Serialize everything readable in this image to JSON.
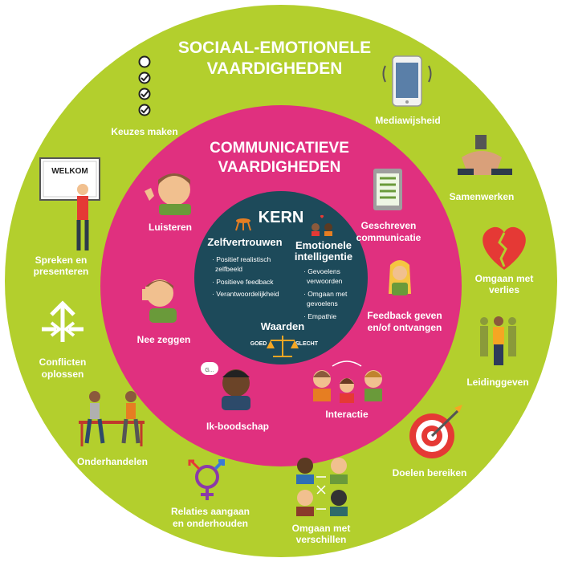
{
  "outer_ring": {
    "title_line1": "SOCIAAL-EMOTIONELE",
    "title_line2": "VAARDIGHEDEN",
    "color": "#b3cf2d",
    "items": {
      "keuzes": "Keuzes maken",
      "media": "Mediawijsheid",
      "samenwerken": "Samenwerken",
      "verlies_1": "Omgaan met",
      "verlies_2": "verlies",
      "leiding": "Leidinggeven",
      "doelen": "Doelen bereiken",
      "verschillen_1": "Omgaan met",
      "verschillen_2": "verschillen",
      "relaties_1": "Relaties aangaan",
      "relaties_2": "en onderhouden",
      "onderhandelen": "Onderhandelen",
      "conflicten_1": "Conflicten",
      "conflicten_2": "oplossen",
      "spreken_1": "Spreken en",
      "spreken_2": "presenteren",
      "welkom_sign": "WELKOM"
    }
  },
  "middle_ring": {
    "title_line1": "COMMUNICATIEVE",
    "title_line2": "VAARDIGHEDEN",
    "color": "#e0307f",
    "items": {
      "luisteren": "Luisteren",
      "geschreven_1": "Geschreven",
      "geschreven_2": "communicatie",
      "feedback_1": "Feedback geven",
      "feedback_2": "en/of ontvangen",
      "interactie": "Interactie",
      "ik": "Ik-boodschap",
      "nee": "Nee zeggen",
      "bubble": "G..."
    }
  },
  "core": {
    "title": "KERN",
    "color": "#1d4a5a",
    "zelf_title": "Zelfvertrouwen",
    "zelf_items": [
      "· Positief realistisch",
      "zelfbeeld",
      "· Positieve feedback",
      "· Verantwoordelijkheid"
    ],
    "emo_title_1": "Emotionele",
    "emo_title_2": "intelligentie",
    "emo_items": [
      "· Gevoelens",
      "verwoorden",
      "· Omgaan met",
      "gevoelens",
      "· Empathie"
    ],
    "waarden_title": "Waarden",
    "goed": "GOED",
    "slecht": "SLECHT"
  },
  "icons": {
    "checklist": "checklist-icon",
    "phone": "smartphone-icon",
    "hands": "stacked-hands-icon",
    "heart": "broken-heart-icon",
    "leader": "leader-figure-icon",
    "target": "target-arrow-icon",
    "people": "four-people-icon",
    "gender": "gender-symbols-icon",
    "negotiation": "negotiation-table-icon",
    "arrows": "conflict-arrows-icon",
    "presenter": "presenter-icon",
    "ear": "listening-boy-icon",
    "tablet": "tablet-icon",
    "girl": "feedback-girl-icon",
    "group": "interaction-group-icon",
    "boy": "speaking-boy-icon",
    "stop": "stop-hand-boy-icon",
    "stool": "stool-icon",
    "couple": "couple-hearts-icon",
    "scale": "balance-scale-icon"
  }
}
